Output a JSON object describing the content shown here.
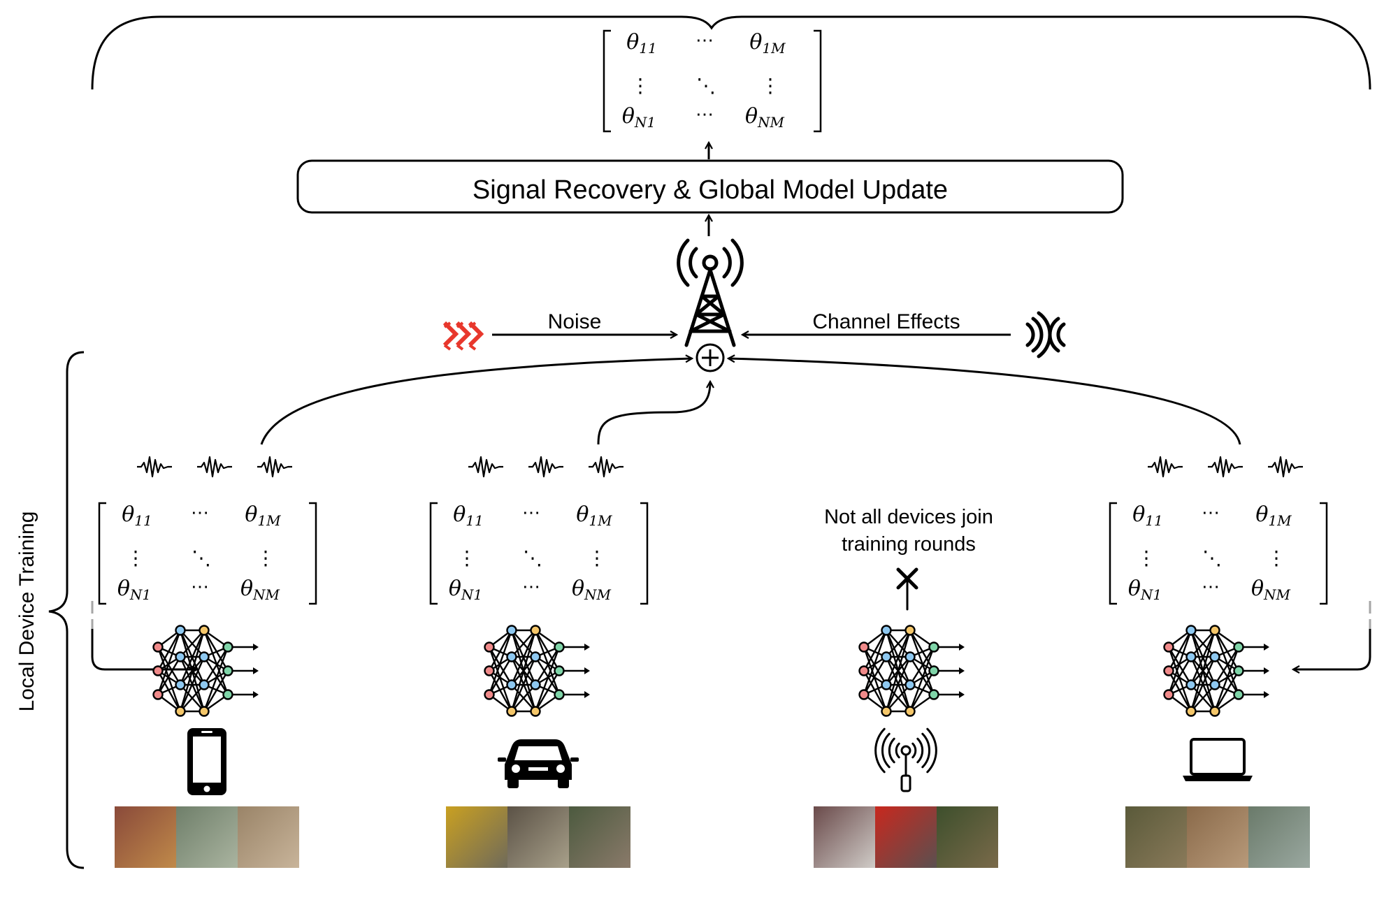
{
  "global": {
    "update_box_label": "Signal Recovery & Global Model Update",
    "noise_label": "Noise",
    "channel_label": "Channel Effects",
    "side_label": "Local Device Training",
    "dropout_note_line1": "Not all devices join",
    "dropout_note_line2": "training rounds"
  },
  "matrix": {
    "theta": "θ",
    "sub_11": "11",
    "sub_1M": "1M",
    "sub_N1": "N1",
    "sub_NM": "NM",
    "hdots": "⋯",
    "vdots": "⋮",
    "ddots": "⋱"
  },
  "colors": {
    "line": "#000000",
    "noise_icon": "#e8372c",
    "node_blue": "#8ec8f0",
    "node_green": "#7fd4a8",
    "node_red": "#f08a8a",
    "node_yellow": "#f5c76a"
  },
  "devices": [
    {
      "name": "phone",
      "icon": "smartphone-icon",
      "joins_round": true,
      "thumb_colors": [
        [
          "#8a4a3a",
          "#c08a4a"
        ],
        [
          "#6f7f6a",
          "#aab4a0"
        ],
        [
          "#9a8468",
          "#c8b49a"
        ]
      ]
    },
    {
      "name": "car",
      "icon": "car-icon",
      "joins_round": true,
      "thumb_colors": [
        [
          "#c9a021",
          "#6f6a5a"
        ],
        [
          "#5b5246",
          "#a8a08a"
        ],
        [
          "#4c5a3f",
          "#8a7a6a"
        ]
      ]
    },
    {
      "name": "iot",
      "icon": "antenna-device-icon",
      "joins_round": false,
      "thumb_colors": [
        [
          "#6a4a4a",
          "#d0ccc8"
        ],
        [
          "#c8281e",
          "#5a5050"
        ],
        [
          "#3d4f2c",
          "#7a6a4a"
        ]
      ]
    },
    {
      "name": "laptop",
      "icon": "laptop-icon",
      "joins_round": true,
      "thumb_colors": [
        [
          "#5a5a3a",
          "#8a7a5a"
        ],
        [
          "#8a6a4a",
          "#b89a7a"
        ],
        [
          "#6a7a6a",
          "#9aa8a0"
        ]
      ]
    }
  ]
}
